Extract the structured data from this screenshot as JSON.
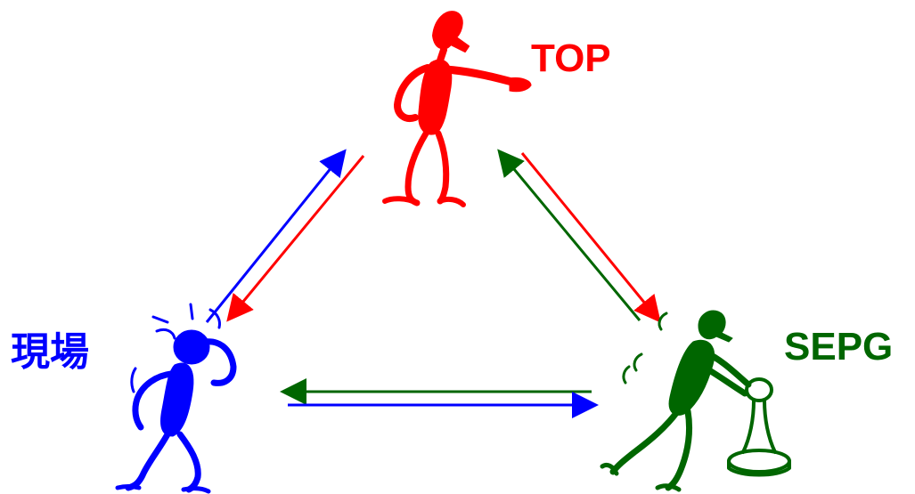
{
  "labels": {
    "top": "TOP",
    "genba": "現場",
    "sepg": "SEPG"
  },
  "colors": {
    "top": "#ff0000",
    "genba": "#0000ff",
    "sepg": "#006600"
  },
  "icons": {
    "top": "pointing-figure-icon",
    "genba": "confused-figure-icon",
    "sepg": "pushing-figure-icon"
  }
}
